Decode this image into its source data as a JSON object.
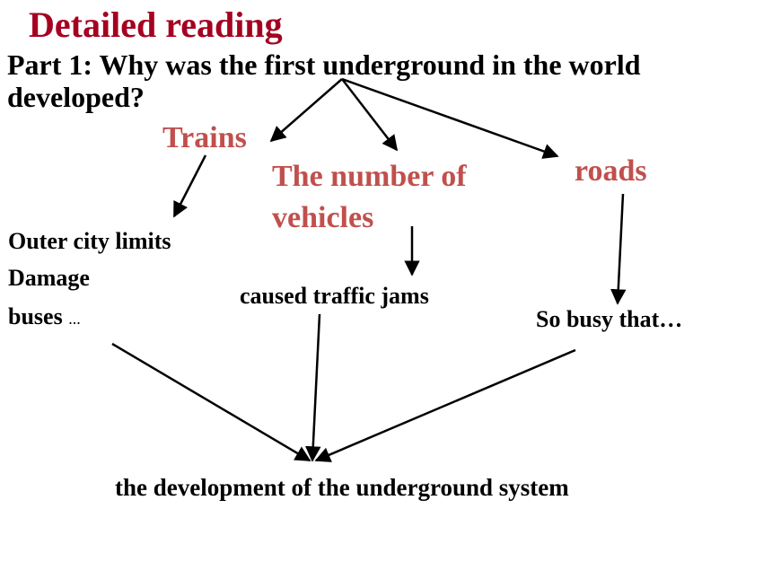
{
  "title": "Detailed reading",
  "question": "Part 1: Why was the first underground in the world developed?",
  "causes": {
    "trains": "Trains",
    "vehicles": "The number of vehicles",
    "roads": "roads"
  },
  "effects": {
    "trains": [
      "Outer city limits",
      "Damage",
      "buses"
    ],
    "trains_ellipsis": "...",
    "vehicles": "caused traffic jams",
    "roads": "So busy that…"
  },
  "result": "the development of the underground system",
  "colors": {
    "title": "#a50021",
    "cause": "#c0504d",
    "text": "#000000"
  }
}
